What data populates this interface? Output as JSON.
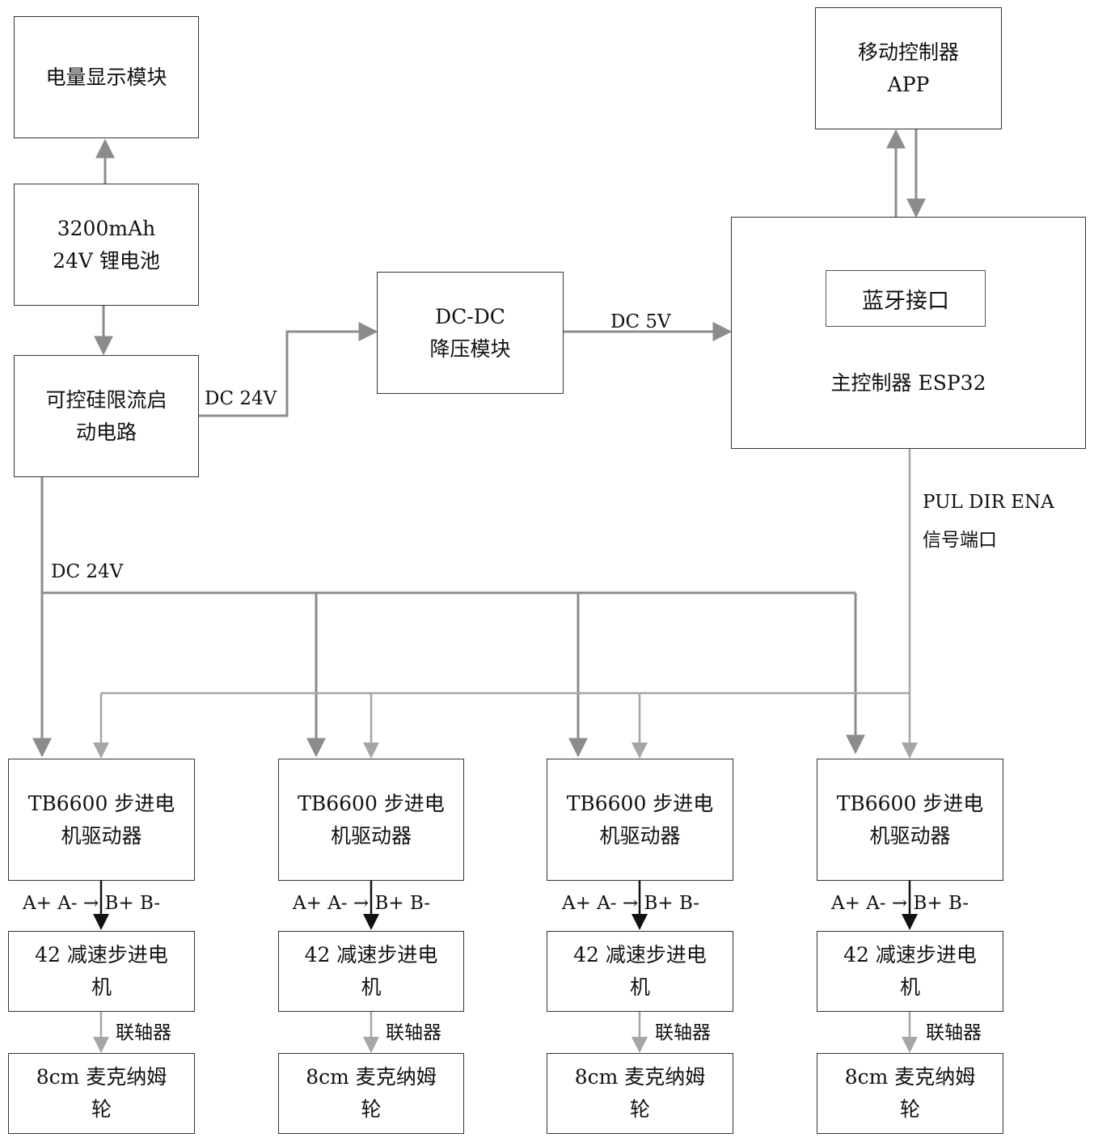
{
  "blocks": {
    "battery_display": [
      "电量显示模块"
    ],
    "battery": [
      "3200mAh",
      "24V 锂电池"
    ],
    "scr_circuit": [
      "可控硅限流启",
      "动电路"
    ],
    "dcdc": [
      "DC-DC",
      "降压模块"
    ],
    "mobile_app": [
      "移动控制器",
      "APP"
    ],
    "esp32": {
      "bluetooth": "蓝牙接口",
      "main": "主控制器 ESP32"
    }
  },
  "labels": {
    "dc24_upper": "DC 24V",
    "dc24_lower": "DC 24V",
    "dc5": "DC 5V",
    "signal_line1": "PUL DIR ENA",
    "signal_line2": "信号端口"
  },
  "channels": [
    {
      "driver": [
        "TB6600 步进电",
        "机驱动器"
      ],
      "phase": "A+ A-  → B+ B-",
      "motor": [
        "42 减速步进电",
        "机"
      ],
      "coupler": "联轴器",
      "wheel": [
        "8cm 麦克纳姆",
        "轮"
      ]
    },
    {
      "driver": [
        "TB6600 步进电",
        "机驱动器"
      ],
      "phase": "A+ A-  → B+ B-",
      "motor": [
        "42 减速步进电",
        "机"
      ],
      "coupler": "联轴器",
      "wheel": [
        "8cm 麦克纳姆",
        "轮"
      ]
    },
    {
      "driver": [
        "TB6600 步进电",
        "机驱动器"
      ],
      "phase": "A+ A-  → B+ B-",
      "motor": [
        "42 减速步进电",
        "机"
      ],
      "coupler": "联轴器",
      "wheel": [
        "8cm 麦克纳姆",
        "轮"
      ]
    },
    {
      "driver": [
        "TB6600 步进电",
        "机驱动器"
      ],
      "phase": "A+ A-  → B+ B-",
      "motor": [
        "42 减速步进电",
        "机"
      ],
      "coupler": "联轴器",
      "wheel": [
        "8cm 麦克纳姆",
        "轮"
      ]
    }
  ],
  "colors": {
    "line": "#8c8c8c",
    "light_line": "#a6a6a6",
    "box_border": "#333333",
    "arrow_dark": "#111111"
  }
}
